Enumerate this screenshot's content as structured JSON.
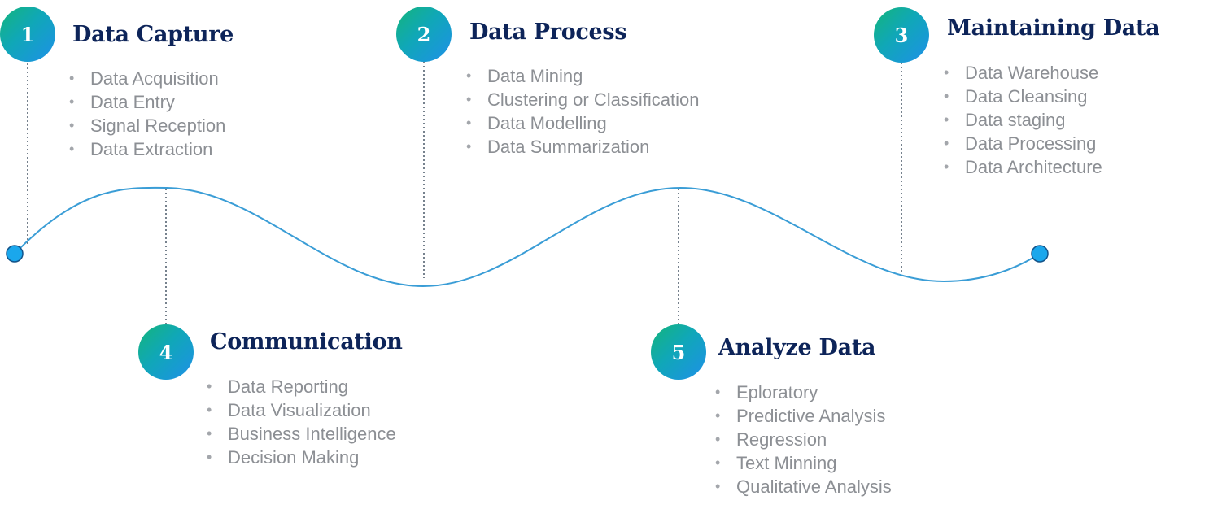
{
  "colors": {
    "title": "#0d2459",
    "item_text": "#8c8f94",
    "wave_line": "#3a9dd6",
    "endpoint_fill": "#1aa7ec",
    "endpoint_stroke": "#14548a",
    "badge_gradient": [
      "#14b57a",
      "#10a7b8",
      "#1e90e8"
    ]
  },
  "stages": [
    {
      "number": "1",
      "title": "Data Capture",
      "items": [
        "Data Acquisition",
        "Data Entry",
        "Signal Reception",
        "Data Extraction"
      ]
    },
    {
      "number": "2",
      "title": "Data Process",
      "items": [
        "Data Mining",
        "Clustering or Classification",
        "Data Modelling",
        "Data Summarization"
      ]
    },
    {
      "number": "3",
      "title": "Maintaining Data",
      "items": [
        "Data Warehouse",
        "Data Cleansing",
        "Data staging",
        "Data Processing",
        "Data Architecture"
      ]
    },
    {
      "number": "4",
      "title": "Communication",
      "items": [
        "Data Reporting",
        "Data Visualization",
        "Business Intelligence",
        "Decision Making"
      ]
    },
    {
      "number": "5",
      "title": "Analyze Data",
      "items": [
        "Eploratory",
        "Predictive Analysis",
        "Regression",
        "Text Minning",
        "Qualitative Analysis"
      ]
    }
  ]
}
